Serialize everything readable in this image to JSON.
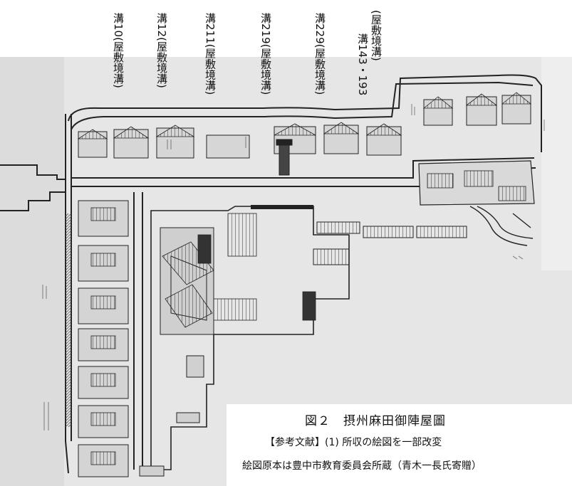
{
  "boundary_labels": [
    {
      "id": "10",
      "text": "溝10(屋敷境溝)"
    },
    {
      "id": "12",
      "text": "溝12(屋敷境溝)"
    },
    {
      "id": "211",
      "text": "溝211(屋敷境溝)"
    },
    {
      "id": "219",
      "text": "溝219(屋敷境溝)"
    },
    {
      "id": "229",
      "text": "溝229(屋敷境溝)"
    },
    {
      "id": "143",
      "text_col1": "溝143・193",
      "text_col2": "(屋敷境溝)"
    }
  ],
  "caption": {
    "title": "図２　摂州麻田御陣屋圖",
    "reference": "【参考文献】(1) 所収の絵図を一部改変",
    "source": "絵図原本は豊中市教育委員会所蔵（青木一長氏寄贈）"
  }
}
